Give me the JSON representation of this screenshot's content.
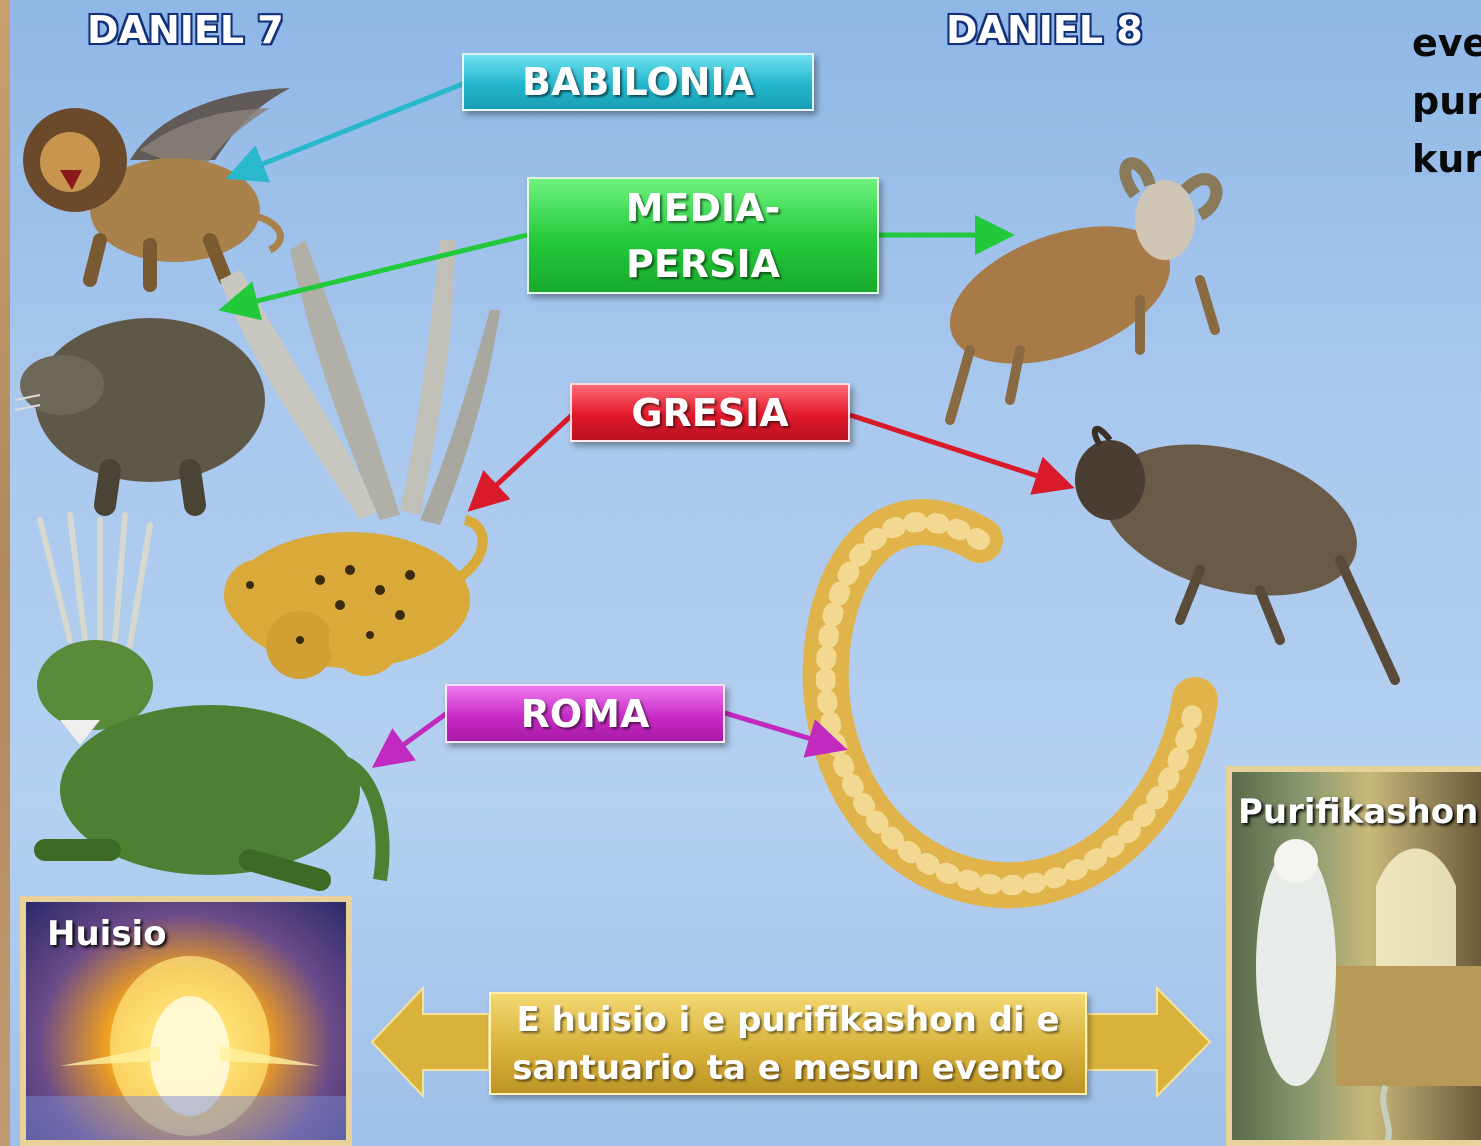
{
  "headings": {
    "left": "DANIEL 7",
    "right": "DANIEL 8"
  },
  "side_text": [
    "eve",
    "pur",
    "kur"
  ],
  "kingdoms": {
    "babilonia": "BABILONIA",
    "media_line1": "MEDIA-",
    "media_line2": "PERSIA",
    "gresia": "GRESIA",
    "roma": "ROMA"
  },
  "photos": {
    "huisio": "Huisio",
    "purifikashon": "Purifikashon"
  },
  "banner": {
    "line1": "E huisio i e purifikashon di e",
    "line2": "santuario ta e mesun evento"
  },
  "colors": {
    "babilonia": "#23b6cc",
    "media_persia": "#22c93a",
    "gresia": "#e0192b",
    "roma": "#c82bc6",
    "banner": "#d8b23b"
  }
}
